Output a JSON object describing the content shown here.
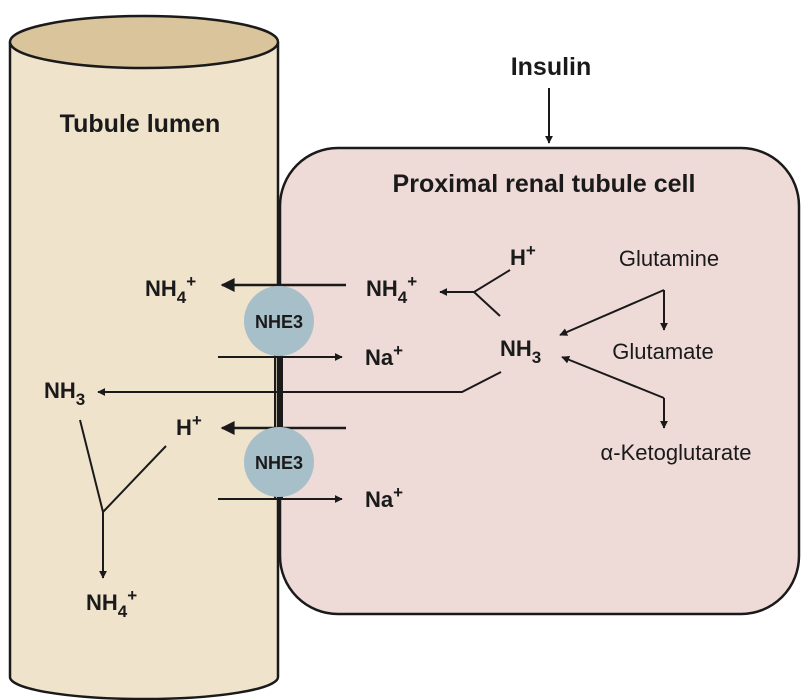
{
  "labels": {
    "insulin": "Insulin",
    "tubule_lumen": "Tubule lumen",
    "proximal_cell": "Proximal renal tubule cell",
    "transporter": "NHE3",
    "nh": "NH",
    "sub4": "4",
    "sub3": "3",
    "plus": "+",
    "h": "H",
    "na": "Na",
    "glutamine": "Glutamine",
    "glutamate": "Glutamate",
    "ketoglutarate": "α-Ketoglutarate"
  },
  "colors": {
    "tubule_fill": "#f0e3cc",
    "tubule_top": "#d9c49b",
    "cell_fill": "#eedbd8",
    "transporter_fill": "#a7bfc9",
    "stroke": "#1a1a1a"
  }
}
